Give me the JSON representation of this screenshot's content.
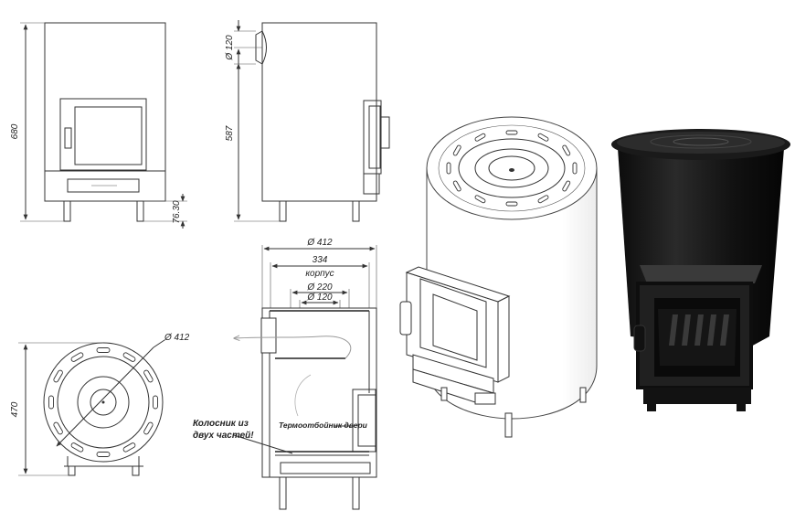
{
  "dimensions": {
    "front_height": "680",
    "leg_height": "76.30",
    "chimney_diameter": "Ø 120",
    "chimney_axis_height": "587",
    "top_diameter": "Ø 412",
    "body_width": "334",
    "body_label": "корпус",
    "ring_diameter": "Ø 220",
    "pipe_diameter": "Ø 120",
    "plan_diameter": "Ø 412",
    "plan_depth": "470"
  },
  "notes": {
    "grate": [
      "Колосник из",
      "двух частей!"
    ],
    "door_breaker": "Термоотбойник двери"
  },
  "colors": {
    "line": "#333333",
    "stove_black": "#161616",
    "stove_dark": "#242424",
    "smoke_arrow": "#9a9a9a"
  }
}
